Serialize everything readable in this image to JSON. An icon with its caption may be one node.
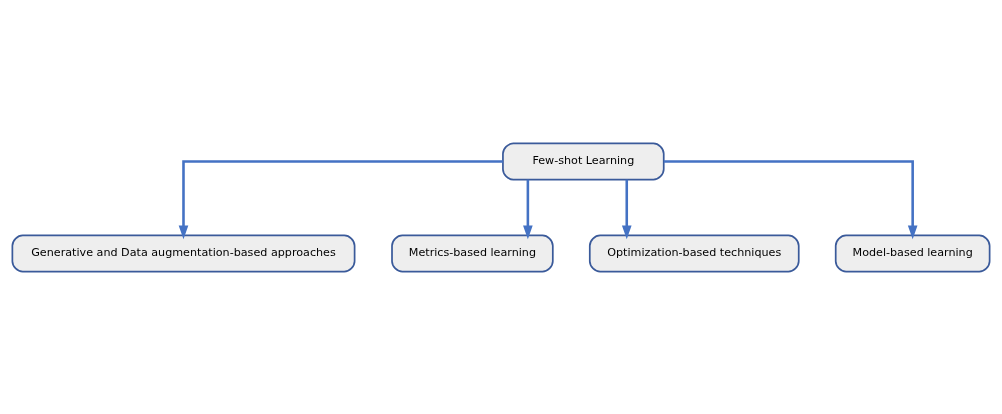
{
  "diagram": {
    "nodes": [
      {
        "text": [
          "Few-shot Learning"
        ]
      },
      {
        "text": [
          "Generative and Data augmentation-based approaches"
        ]
      },
      {
        "text": [
          "Metrics-based learning"
        ]
      },
      {
        "text": [
          "Optimization-based techniques"
        ]
      },
      {
        "text": [
          "Model-based learning"
        ]
      }
    ],
    "edges": [
      {
        "from": 0,
        "to": 1,
        "arrow": "to"
      },
      {
        "from": 0,
        "to": 2,
        "arrow": "to"
      },
      {
        "from": 0,
        "to": 3,
        "arrow": "to"
      },
      {
        "from": 0,
        "to": 4,
        "arrow": "to"
      }
    ]
  }
}
